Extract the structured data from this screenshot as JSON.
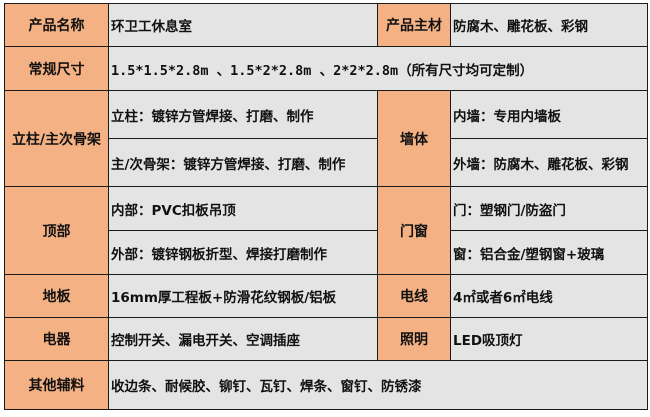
{
  "table": {
    "colors": {
      "label_bg": "#f4b183",
      "cell_bg": "#e4e4e4",
      "border": "#1a1a1a"
    },
    "product_name": {
      "label": "产品名称",
      "value": "环卫工休息室"
    },
    "main_material": {
      "label": "产品主材",
      "value": "防腐木、雕花板、彩钢"
    },
    "standard_size": {
      "label": "常规尺寸",
      "value": "1.5*1.5*2.8m 、1.5*2*2.8m 、2*2*2.8m（所有尺寸均可定制）"
    },
    "frame": {
      "label": "立柱/主次骨架",
      "items": [
        "立柱：镀锌方管焊接、打磨、制作",
        "主/次骨架：镀锌方管焊接、打磨、制作"
      ]
    },
    "wall": {
      "label": "墙体",
      "items": [
        "内墙：专用内墙板",
        "外墙：防腐木、雕花板、彩钢"
      ]
    },
    "roof": {
      "label": "顶部",
      "items": [
        "内部：PVC扣板吊顶",
        "外部：镀锌钢板折型、焊接打磨制作"
      ]
    },
    "door_window": {
      "label": "门窗",
      "items": [
        "门：塑钢门/防盗门",
        "窗：铝合金/塑钢窗+玻璃"
      ]
    },
    "floor": {
      "label": "地板",
      "value": "16mm厚工程板+防滑花纹钢板/铝板"
    },
    "wiring": {
      "label": "电线",
      "value": "4㎡或者6㎡电线"
    },
    "electrical": {
      "label": "电器",
      "value": "控制开关、漏电开关、空调插座"
    },
    "lighting": {
      "label": "照明",
      "value": "LED吸顶灯"
    },
    "other_accessories": {
      "label": "其他辅料",
      "value": "收边条、耐候胶、铆钉、瓦钉、焊条、窗钉、防锈漆"
    }
  }
}
